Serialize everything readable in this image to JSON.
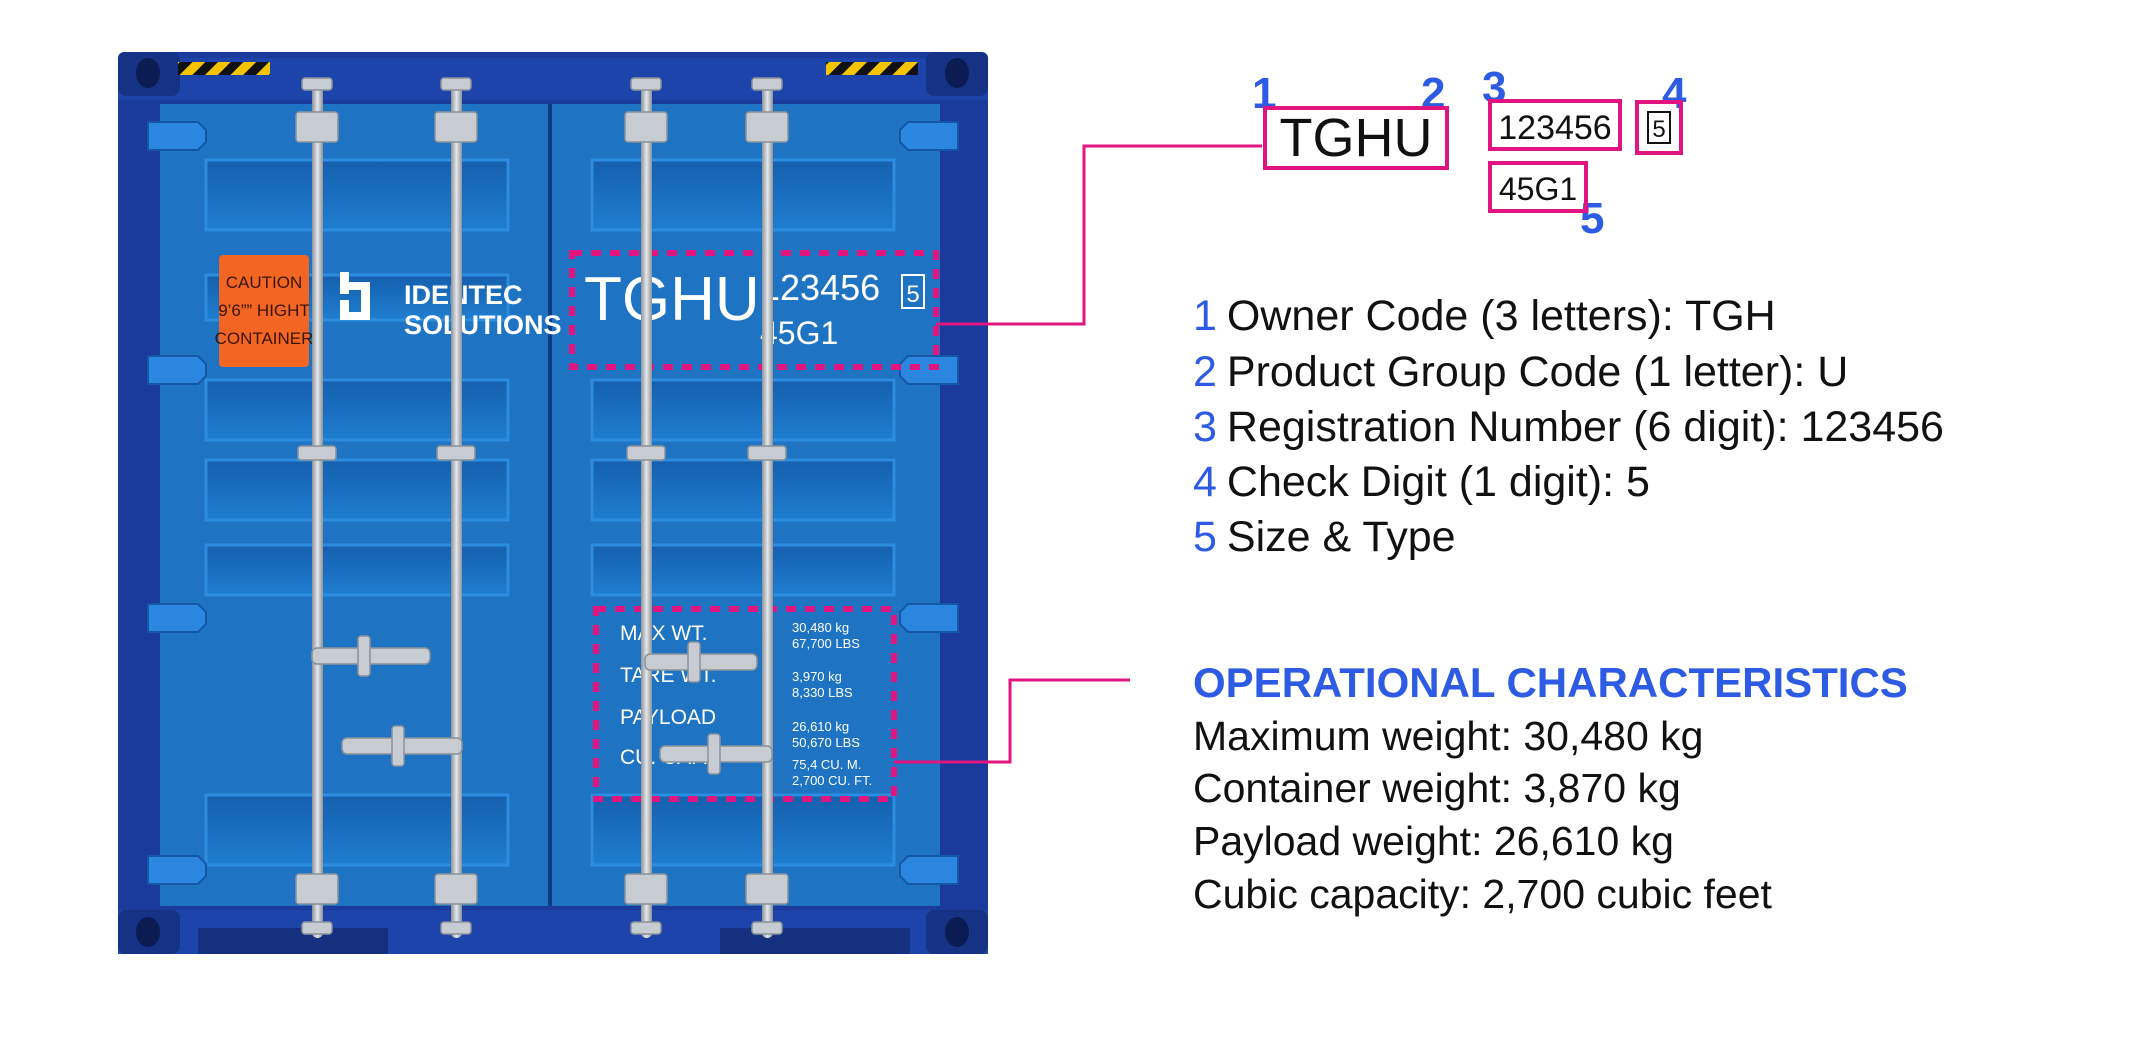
{
  "container": {
    "caution_label": [
      "CAUTION",
      "9’6”” HIGHT",
      "CONTAINER"
    ],
    "logo_text": [
      "IDENTEC",
      "SOLUTIONS"
    ],
    "door_owner_code": "TGHU",
    "door_serial": "123456",
    "door_check_digit": "5",
    "door_size_type": "45G1",
    "weights_panel": [
      {
        "label": "MAX WT.",
        "value_kg": "30,480 kg",
        "value_lbs": "67,700 LBS"
      },
      {
        "label": "TARE WT.",
        "value_kg": "3,970 kg",
        "value_lbs": "8,330 LBS"
      },
      {
        "label": "PAYLOAD",
        "value_kg": "26,610 kg",
        "value_lbs": "50,670 LBS"
      },
      {
        "label": "CU. CAP.",
        "value_kg": "75,4 CU. M.",
        "value_lbs": "2,700 CU. FT."
      }
    ],
    "colors": {
      "frame": "#1a3b9c",
      "door": "#1e73c2",
      "highlight": "#e0157f",
      "accent": "#2d5be3",
      "caution": "#f26522"
    }
  },
  "code_breakdown": {
    "owner_box": "TGHU",
    "serial_box": "123456",
    "check_box": "5",
    "size_type_box": "45G1",
    "callout_numbers": [
      "1",
      "2",
      "3",
      "4",
      "5"
    ]
  },
  "legend": [
    {
      "num": "1",
      "text": "Owner Code (3 letters): TGH"
    },
    {
      "num": "2",
      "text": "Product Group Code (1 letter): U"
    },
    {
      "num": "3",
      "text": "Registration Number (6 digit): 123456"
    },
    {
      "num": "4",
      "text": "Check Digit (1 digit): 5"
    },
    {
      "num": "5",
      "text": "Size & Type"
    }
  ],
  "operational": {
    "title": "OPERATIONAL CHARACTERISTICS",
    "lines": [
      "Maximum weight: 30,480 kg",
      "Container weight: 3,870 kg",
      "Payload weight: 26,610 kg",
      "Cubic capacity: 2,700 cubic feet"
    ]
  }
}
